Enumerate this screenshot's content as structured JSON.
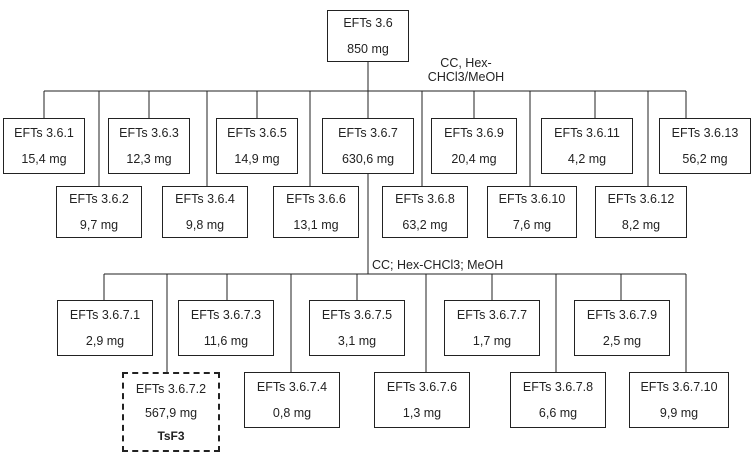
{
  "nodes": {
    "root": {
      "name": "EFTs 3.6",
      "mass": "850 mg"
    },
    "n1": {
      "name": "EFTs 3.6.1",
      "mass": "15,4 mg"
    },
    "n2": {
      "name": "EFTs 3.6.2",
      "mass": "9,7 mg"
    },
    "n3": {
      "name": "EFTs 3.6.3",
      "mass": "12,3 mg"
    },
    "n4": {
      "name": "EFTs 3.6.4",
      "mass": "9,8 mg"
    },
    "n5": {
      "name": "EFTs 3.6.5",
      "mass": "14,9 mg"
    },
    "n6": {
      "name": "EFTs 3.6.6",
      "mass": "13,1 mg"
    },
    "n7": {
      "name": "EFTs 3.6.7",
      "mass": "630,6 mg"
    },
    "n8": {
      "name": "EFTs 3.6.8",
      "mass": "63,2 mg"
    },
    "n9": {
      "name": "EFTs 3.6.9",
      "mass": "20,4 mg"
    },
    "n10": {
      "name": "EFTs 3.6.10",
      "mass": "7,6 mg"
    },
    "n11": {
      "name": "EFTs 3.6.11",
      "mass": "4,2 mg"
    },
    "n12": {
      "name": "EFTs 3.6.12",
      "mass": "8,2 mg"
    },
    "n13": {
      "name": "EFTs 3.6.13",
      "mass": "56,2 mg"
    },
    "m1": {
      "name": "EFTs 3.6.7.1",
      "mass": "2,9 mg"
    },
    "m2": {
      "name": "EFTs 3.6.7.2",
      "mass": "567,9 mg",
      "tag": "TsF3"
    },
    "m3": {
      "name": "EFTs 3.6.7.3",
      "mass": "11,6 mg"
    },
    "m4": {
      "name": "EFTs 3.6.7.4",
      "mass": "0,8 mg"
    },
    "m5": {
      "name": "EFTs 3.6.7.5",
      "mass": "3,1 mg"
    },
    "m6": {
      "name": "EFTs 3.6.7.6",
      "mass": "1,3 mg"
    },
    "m7": {
      "name": "EFTs 3.6.7.7",
      "mass": "1,7 mg"
    },
    "m8": {
      "name": "EFTs 3.6.7.8",
      "mass": "6,6 mg"
    },
    "m9": {
      "name": "EFTs 3.6.7.9",
      "mass": "2,5 mg"
    },
    "m10": {
      "name": "EFTs 3.6.7.10",
      "mass": "9,9 mg"
    }
  },
  "labels": {
    "cc1_line1": "CC, Hex-",
    "cc1_line2": "CHCl3/MeOH",
    "cc2": "CC; Hex-CHCl3; MeOH"
  }
}
